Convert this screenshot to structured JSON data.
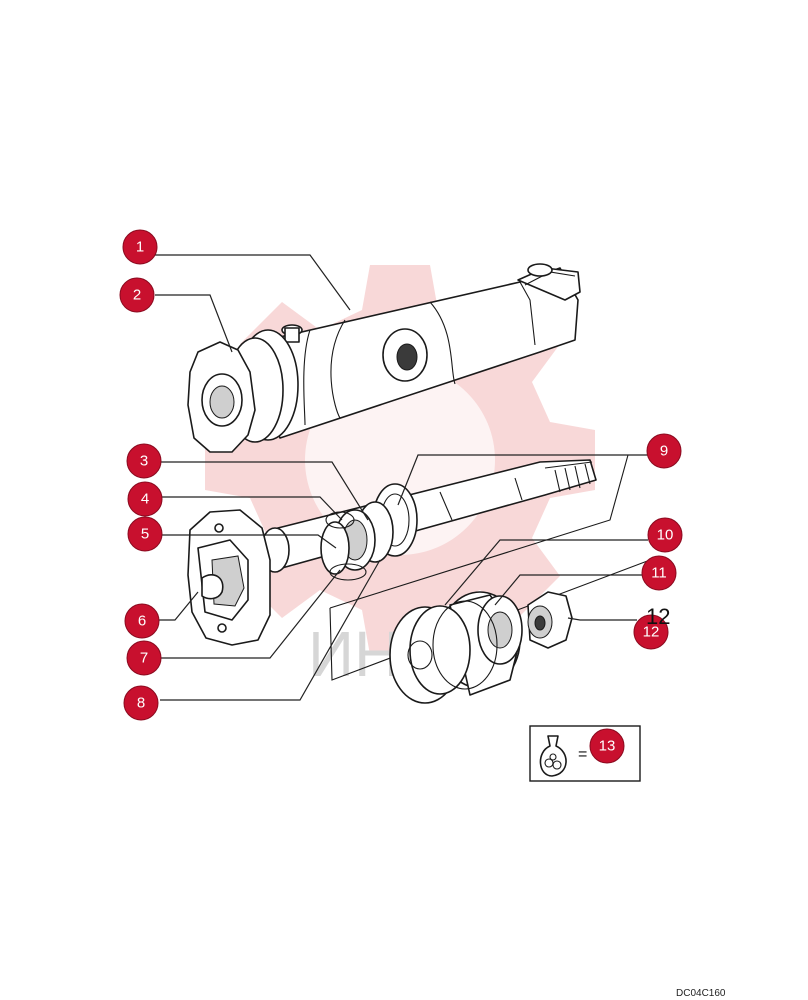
{
  "diagram": {
    "drawing_code": "DC04C160",
    "watermark_text": "ИНВ",
    "stray_label": "12",
    "legend": {
      "symbol": "=",
      "ref": "13",
      "icon": "parts-bag-icon"
    },
    "callouts": [
      "1",
      "2",
      "3",
      "4",
      "5",
      "6",
      "7",
      "8",
      "9",
      "10",
      "11",
      "12"
    ],
    "colors": {
      "callout": "#c8102e",
      "watermark": "#f2b8b8",
      "line": "#1a1a1a"
    }
  }
}
